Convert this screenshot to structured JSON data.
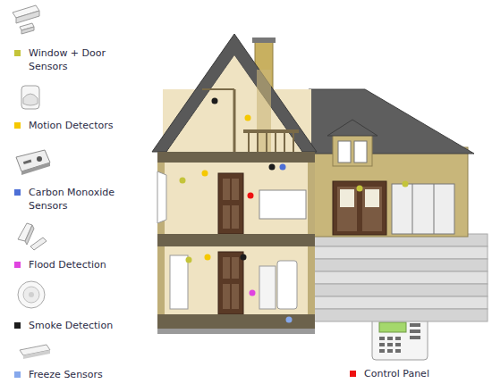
{
  "diagram": {
    "legend": [
      {
        "text": "Window + Door Sensors",
        "color": "#c4c43a"
      },
      {
        "text": "Motion Detectors",
        "color": "#f5c800"
      },
      {
        "text": "Carbon Monoxide Sensors",
        "color": "#4d6fd6"
      },
      {
        "text": "Flood Detection",
        "color": "#e044e0"
      },
      {
        "text": "Smoke Detection",
        "color": "#1c1c1c"
      },
      {
        "text": "Freeze Sensors",
        "color": "#86a8ec"
      },
      {
        "text": "Control Panel",
        "color": "#ee1111"
      }
    ]
  }
}
